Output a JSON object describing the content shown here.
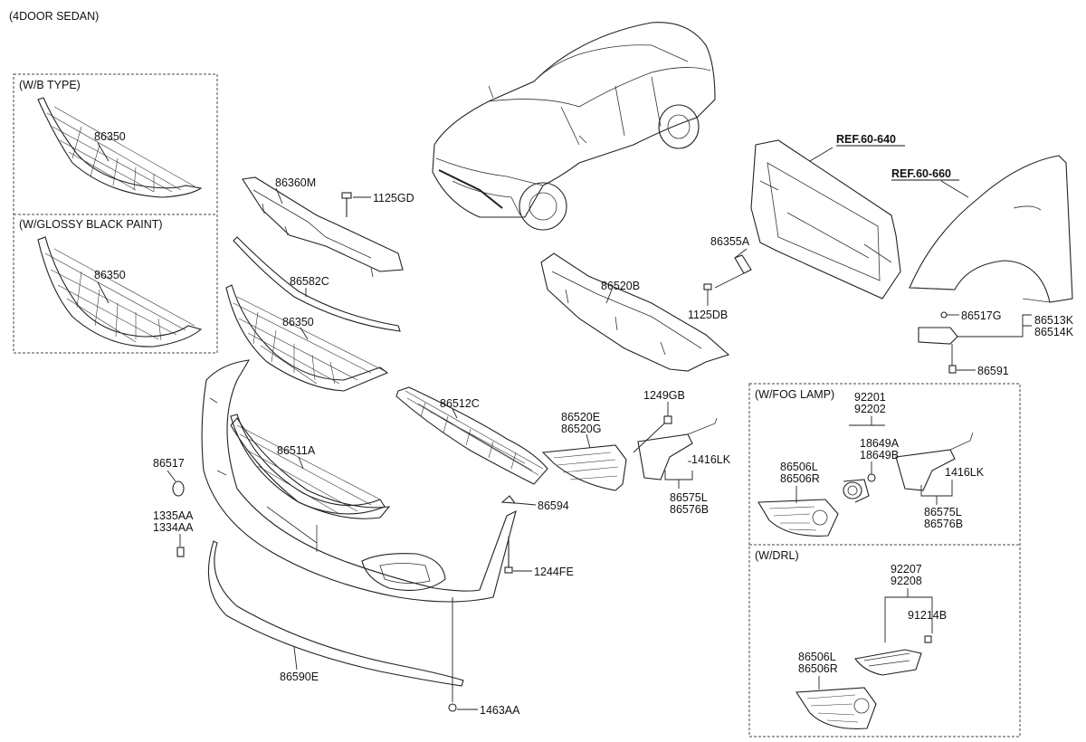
{
  "header": {
    "title": "(4DOOR SEDAN)"
  },
  "boxes": {
    "wb_type": "(W/B TYPE)",
    "glossy_black": "(W/GLOSSY BLACK PAINT)",
    "fog_lamp": "(W/FOG LAMP)",
    "drl": "(W/DRL)"
  },
  "refs": {
    "ref_640": "REF.60-640",
    "ref_660": "REF.60-660"
  },
  "parts": {
    "p86350_wb": "86350",
    "p86350_glossy": "86350",
    "p86360M": "86360M",
    "p1125GD": "1125GD",
    "p86582C": "86582C",
    "p86350_main": "86350",
    "p86511A": "86511A",
    "p86517": "86517",
    "p1335AA": "1335AA",
    "p1334AA": "1334AA",
    "p86512C": "86512C",
    "p86594": "86594",
    "p1244FE": "1244FE",
    "p86590E": "86590E",
    "p1463AA": "1463AA",
    "p86520B": "86520B",
    "p86355A": "86355A",
    "p1125DB": "1125DB",
    "p86520E": "86520E",
    "p86520G": "86520G",
    "p1249GB": "1249GB",
    "p1416LK_main": "1416LK",
    "p86575L_main": "86575L",
    "p86576B_main": "86576B",
    "p86517G": "86517G",
    "p86513K": "86513K",
    "p86514K": "86514K",
    "p86591": "86591",
    "p92201": "92201",
    "p92202": "92202",
    "p18649A": "18649A",
    "p18649B": "18649B",
    "p86506L_fog": "86506L",
    "p86506R_fog": "86506R",
    "p1416LK_fog": "1416LK",
    "p86575L_fog": "86575L",
    "p86576B_fog": "86576B",
    "p92207": "92207",
    "p92208": "92208",
    "p91214B": "91214B",
    "p86506L_drl": "86506L",
    "p86506R_drl": "86506R"
  },
  "colors": {
    "line": "#222222",
    "background": "#ffffff"
  }
}
